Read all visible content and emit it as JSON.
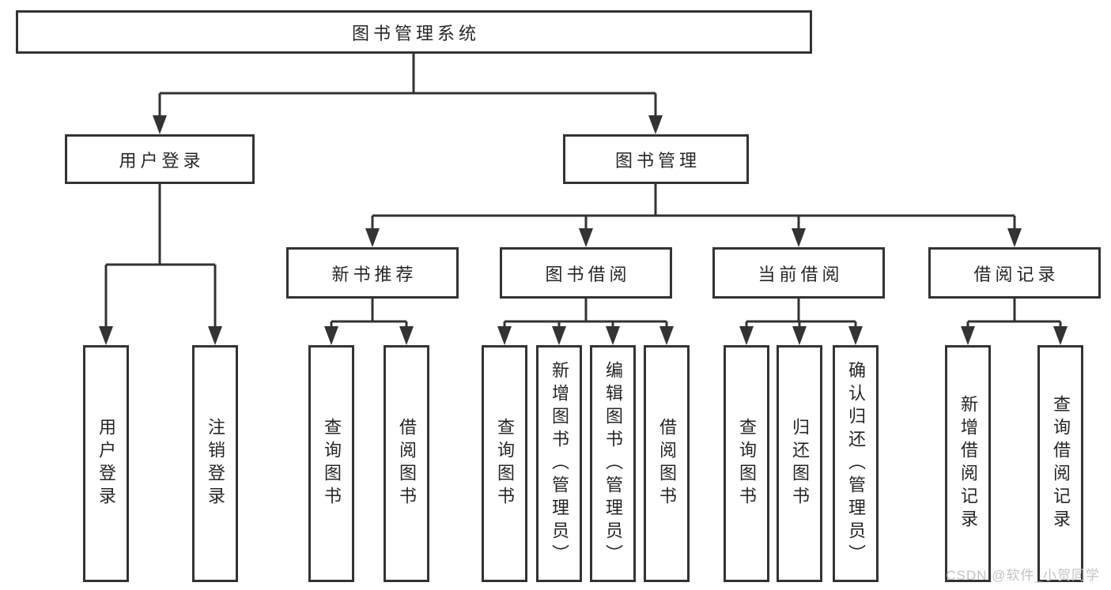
{
  "diagram": {
    "title": "图书管理系统",
    "nodes": {
      "root": {
        "label": "图书管理系统"
      },
      "level2": [
        {
          "id": "user-login",
          "label": "用户登录",
          "parent": "图书管理系统"
        },
        {
          "id": "book-management",
          "label": "图书管理",
          "parent": "图书管理系统"
        }
      ],
      "level3": [
        {
          "id": "new-book-recommend",
          "label": "新书推荐",
          "parent": "图书管理"
        },
        {
          "id": "book-borrowing",
          "label": "图书借阅",
          "parent": "图书管理"
        },
        {
          "id": "current-borrowing",
          "label": "当前借阅",
          "parent": "图书管理"
        },
        {
          "id": "borrowing-records",
          "label": "借阅记录",
          "parent": "图书管理"
        }
      ],
      "leaves": [
        {
          "label": "用户登录",
          "parent": "用户登录"
        },
        {
          "label": "注销登录",
          "parent": "用户登录"
        },
        {
          "label": "查询图书",
          "parent": "新书推荐"
        },
        {
          "label": "借阅图书",
          "parent": "新书推荐"
        },
        {
          "label": "查询图书",
          "parent": "图书借阅"
        },
        {
          "label": "新增图书（管理员）",
          "parent": "图书借阅"
        },
        {
          "label": "编辑图书（管理员）",
          "parent": "图书借阅"
        },
        {
          "label": "借阅图书",
          "parent": "图书借阅"
        },
        {
          "label": "查询图书",
          "parent": "当前借阅"
        },
        {
          "label": "归还图书",
          "parent": "当前借阅"
        },
        {
          "label": "确认归还（管理员）",
          "parent": "当前借阅"
        },
        {
          "label": "新增借阅记录",
          "parent": "借阅记录"
        },
        {
          "label": "查询借阅记录",
          "parent": "借阅记录"
        }
      ]
    }
  },
  "watermark": {
    "text": "CSDN @软件_小贺同学"
  },
  "colors": {
    "box_border": "#333333",
    "connector_line": "#333333",
    "text": "#262626",
    "background": "#ffffff",
    "watermark": "#c2c2c2"
  }
}
